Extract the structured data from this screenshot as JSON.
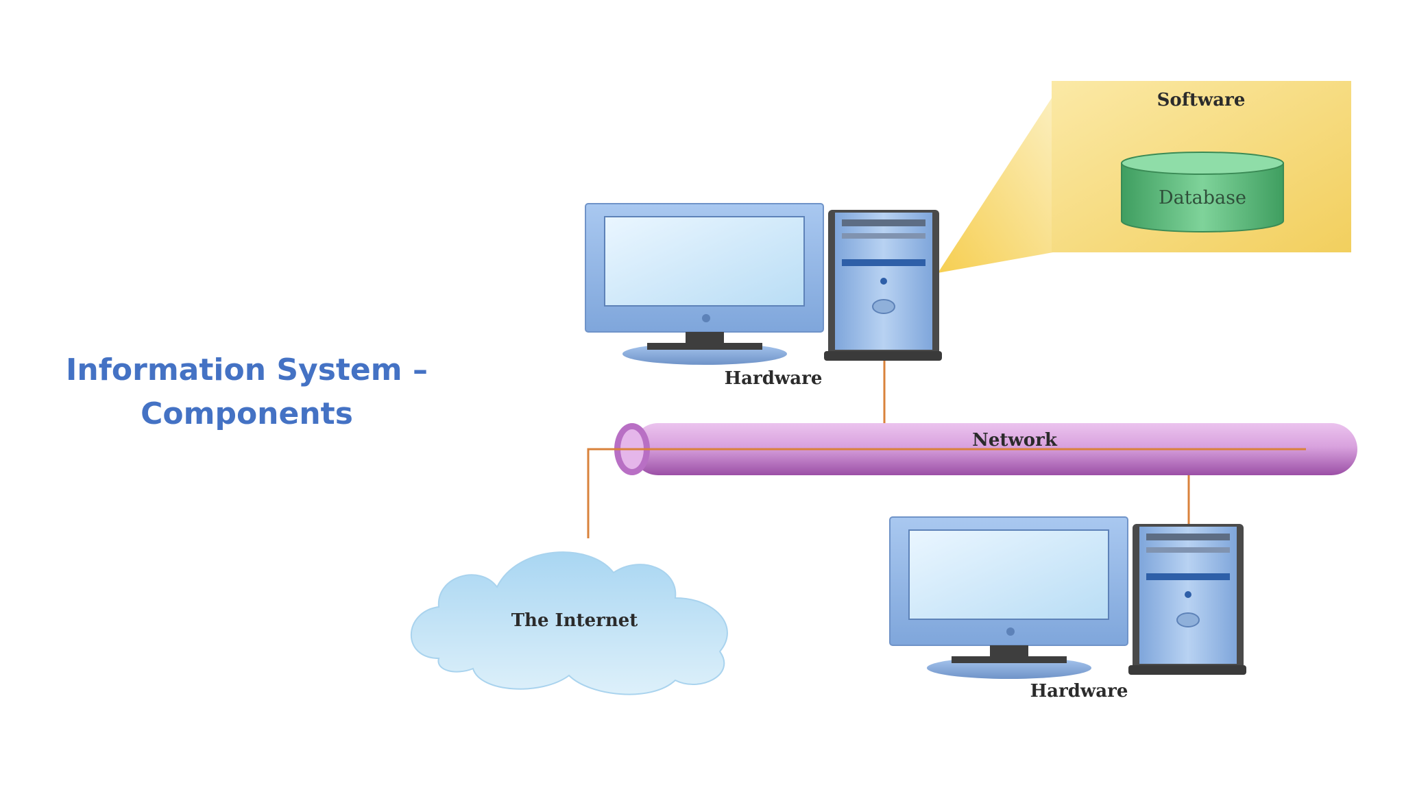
{
  "slide": {
    "title_line1": "Information System –",
    "title_line2": "Components"
  },
  "diagram": {
    "software_label": "Software",
    "database_label": "Database",
    "hardware_top_label": "Hardware",
    "network_label": "Network",
    "internet_label": "The Internet",
    "hardware_bottom_label": "Hardware"
  },
  "colors": {
    "title": "#4472C4",
    "network_pipe": "#C98CCF",
    "connector": "#D9823B",
    "software_box": "#F6D977",
    "database": "#5DB87A",
    "monitor_frame": "#8FB5E6",
    "cloud": "#BFE0F4"
  }
}
